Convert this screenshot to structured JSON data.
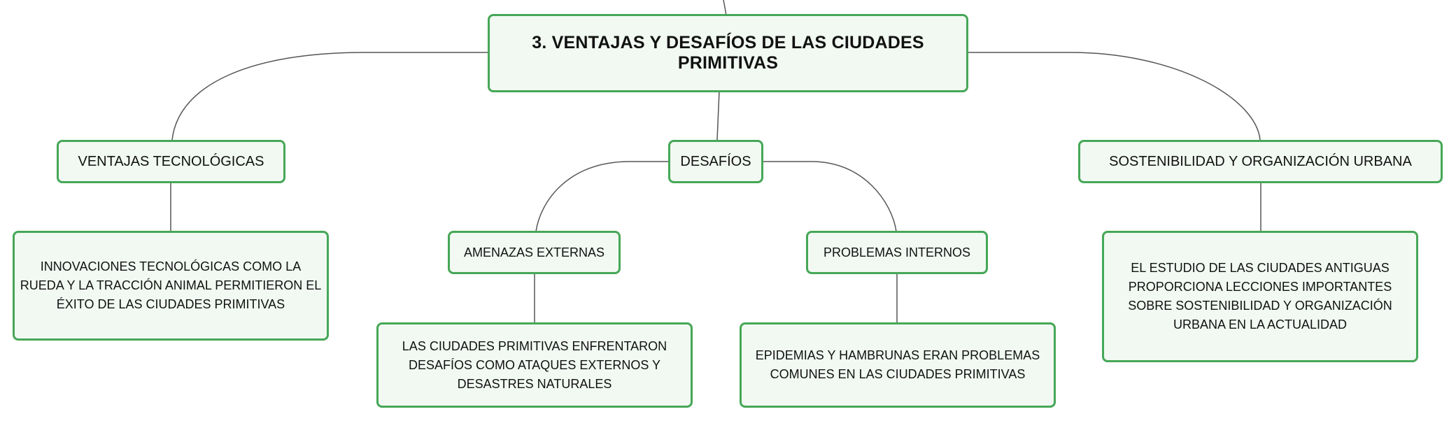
{
  "mindmap": {
    "root": "3. VENTAJAS Y DESAFÍOS DE LAS CIUDADES PRIMITIVAS",
    "branches": {
      "ventajas": {
        "label": "VENTAJAS TECNOLÓGICAS",
        "detail": "INNOVACIONES TECNOLÓGICAS COMO LA RUEDA Y LA TRACCIÓN ANIMAL PERMITIERON EL ÉXITO DE LAS CIUDADES PRIMITIVAS"
      },
      "desafios": {
        "label": "DESAFÍOS",
        "amenazas": {
          "label": "AMENAZAS EXTERNAS",
          "detail": "LAS CIUDADES PRIMITIVAS ENFRENTARON DESAFÍOS COMO ATAQUES EXTERNOS Y DESASTRES NATURALES"
        },
        "problemas": {
          "label": "PROBLEMAS INTERNOS",
          "detail": "EPIDEMIAS Y HAMBRUNAS ERAN PROBLEMAS COMUNES EN LAS CIUDADES PRIMITIVAS"
        }
      },
      "sostenibilidad": {
        "label": "SOSTENIBILIDAD Y ORGANIZACIÓN URBANA",
        "detail": "EL ESTUDIO DE LAS CIUDADES ANTIGUAS PROPORCIONA LECCIONES IMPORTANTES SOBRE SOSTENIBILIDAD Y ORGANIZACIÓN URBANA EN LA ACTUALIDAD"
      }
    }
  },
  "colors": {
    "node_border": "#46a757",
    "node_fill": "#f1f9f2",
    "connector": "#555555"
  }
}
